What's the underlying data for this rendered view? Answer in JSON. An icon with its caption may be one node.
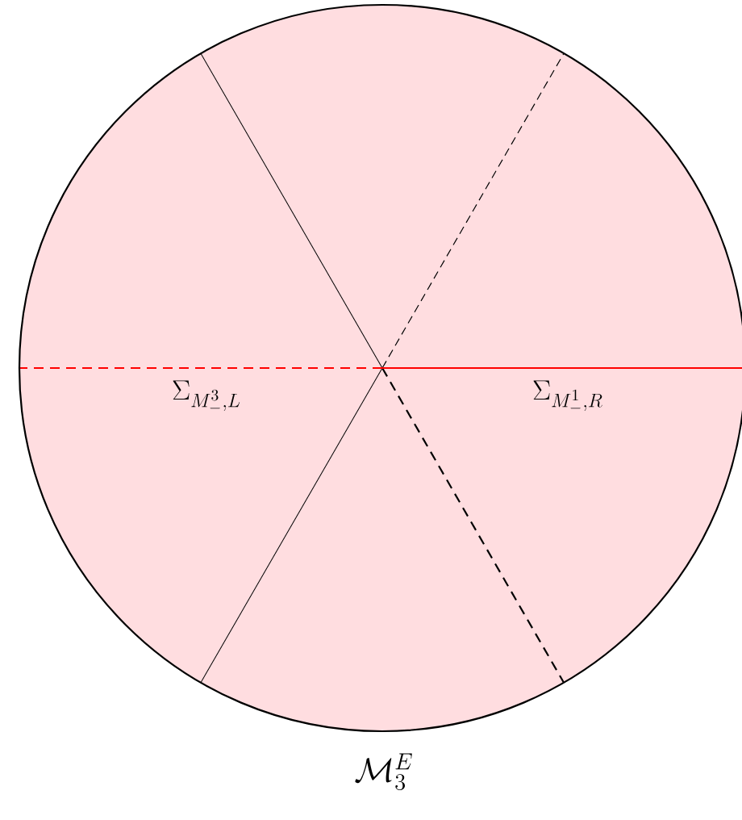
{
  "diagram": {
    "labels": [
      "\\Sigma_{M_-^3,L}",
      "\\Sigma_{M_-^1,R}",
      "\\mathcal{M}_3^E"
    ]
  }
}
